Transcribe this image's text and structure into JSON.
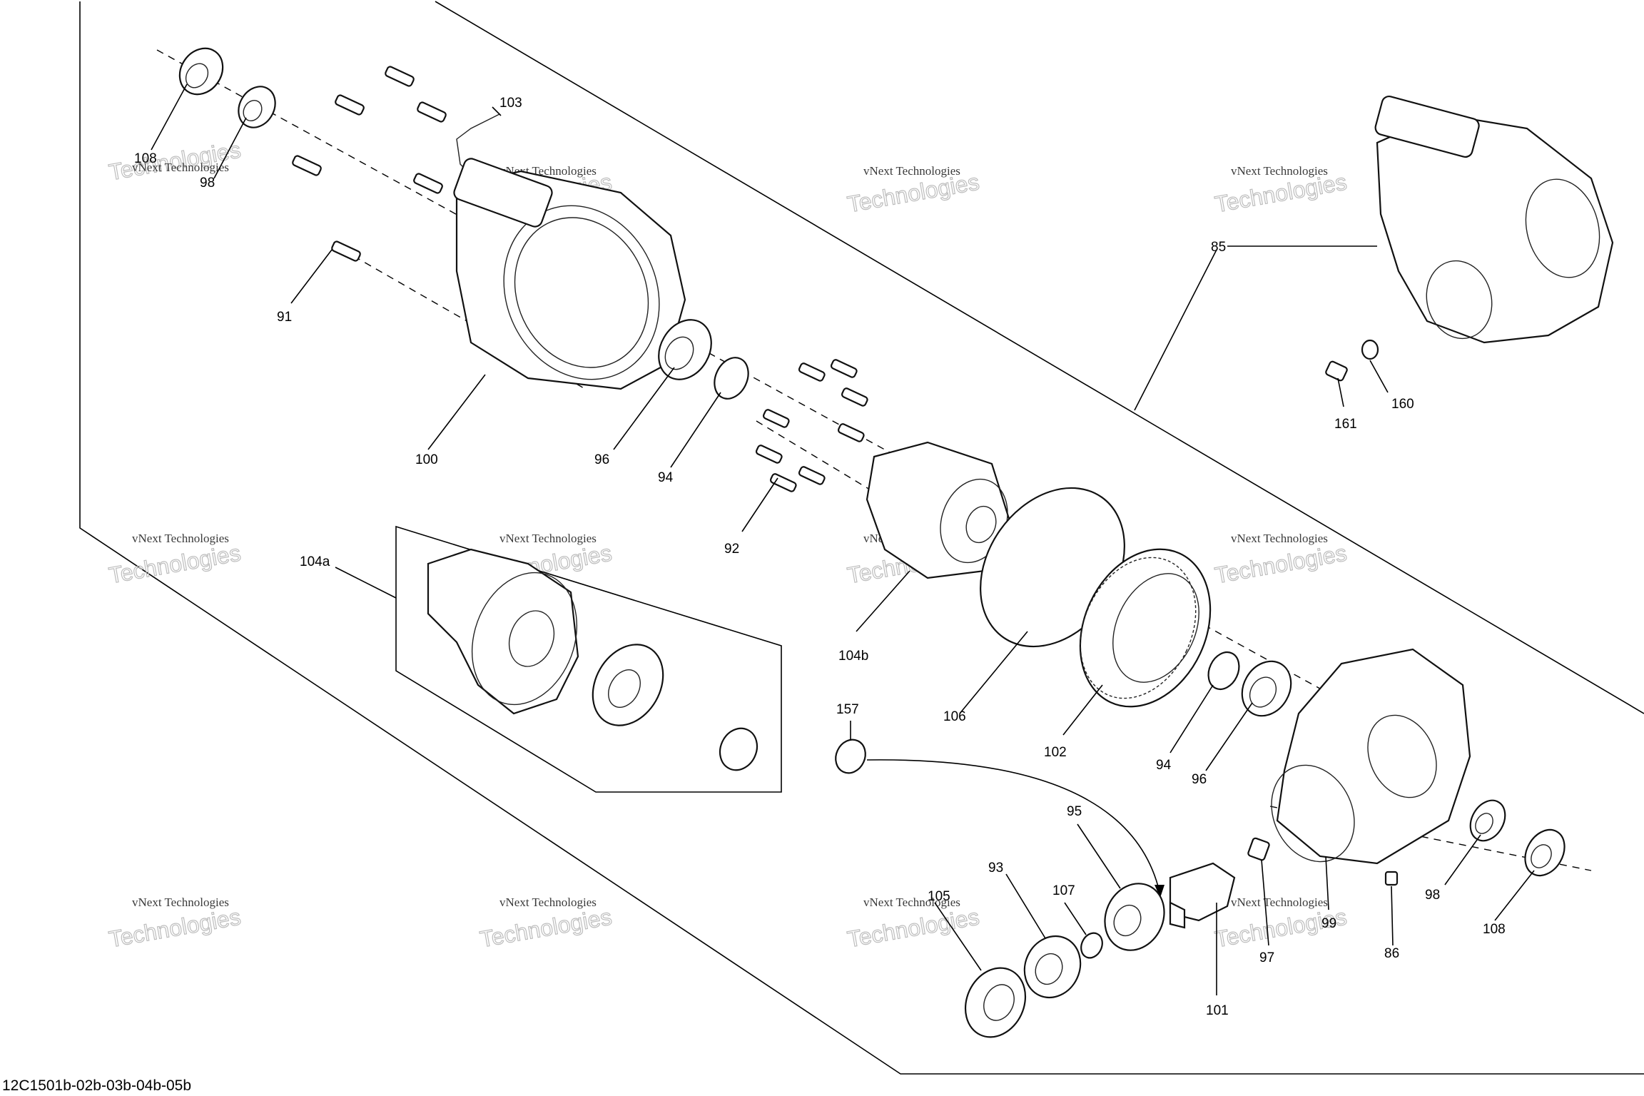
{
  "callouts": [
    {
      "id": "108",
      "label": "108"
    },
    {
      "id": "98",
      "label": "98"
    },
    {
      "id": "103",
      "label": "103"
    },
    {
      "id": "91",
      "label": "91"
    },
    {
      "id": "100",
      "label": "100"
    },
    {
      "id": "96",
      "label": "96"
    },
    {
      "id": "94",
      "label": "94"
    },
    {
      "id": "92",
      "label": "92"
    },
    {
      "id": "104a",
      "label": "104a"
    },
    {
      "id": "104b",
      "label": "104b"
    },
    {
      "id": "106",
      "label": "106"
    },
    {
      "id": "102",
      "label": "102"
    },
    {
      "id": "94b",
      "label": "94"
    },
    {
      "id": "96b",
      "label": "96"
    },
    {
      "id": "85",
      "label": "85"
    },
    {
      "id": "160",
      "label": "160"
    },
    {
      "id": "161",
      "label": "161"
    },
    {
      "id": "157",
      "label": "157"
    },
    {
      "id": "95",
      "label": "95"
    },
    {
      "id": "93",
      "label": "93"
    },
    {
      "id": "105",
      "label": "105"
    },
    {
      "id": "107",
      "label": "107"
    },
    {
      "id": "101",
      "label": "101"
    },
    {
      "id": "97",
      "label": "97"
    },
    {
      "id": "99",
      "label": "99"
    },
    {
      "id": "86",
      "label": "86"
    },
    {
      "id": "98b",
      "label": "98"
    },
    {
      "id": "108b",
      "label": "108"
    }
  ],
  "watermark": {
    "line1": "vNext Technologies",
    "line2": "Technologies"
  },
  "diagram_code": "12C1501b-02b-03b-04b-05b"
}
